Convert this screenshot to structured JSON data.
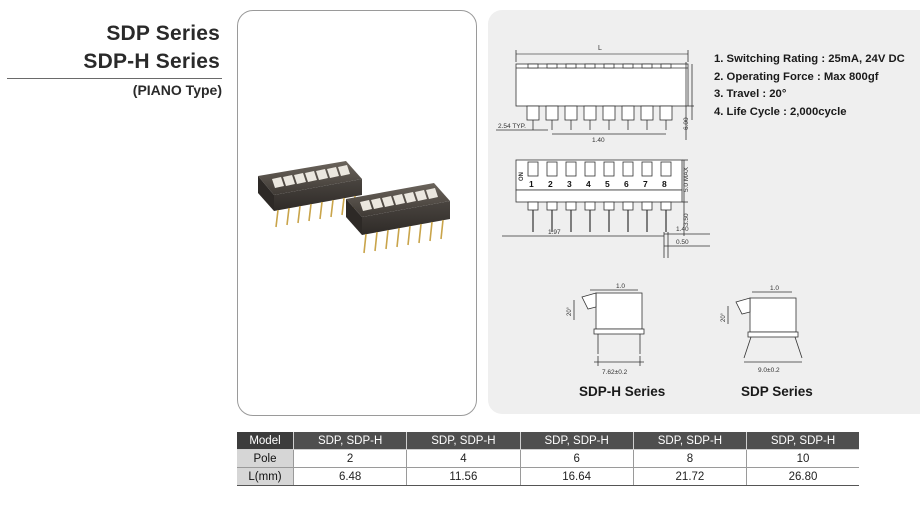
{
  "title": {
    "line1": "SDP Series",
    "line2": "SDP-H Series",
    "line3": "(PIANO Type)"
  },
  "specs": [
    "1. Switching Rating : 25mA, 24V DC",
    "2. Operating Force : Max 800gf",
    "3. Travel : 20°",
    "4. Life Cycle : 2,000cycle"
  ],
  "drawing": {
    "dim_L": "L",
    "dim_pitch": "2.54 TYP.",
    "dim_140_top": "1.40",
    "dim_600": "6.00",
    "on_label": "ON",
    "positions": [
      "1",
      "2",
      "3",
      "4",
      "5",
      "6",
      "7",
      "8"
    ],
    "dim_50max": "5.0 MAX",
    "dim_350": "3.50",
    "dim_197": "1.97",
    "dim_140_bottom": "1.40",
    "dim_050": "0.50",
    "sdph_10": "1.0",
    "sdph_angle": "20°",
    "sdph_width": "7.62±0.2",
    "sdp_10": "1.0",
    "sdp_angle": "20°",
    "sdp_width": "9.0±0.2"
  },
  "series_labels": {
    "sdph": "SDP-H Series",
    "sdp": "SDP Series"
  },
  "table": {
    "headers": [
      "Model",
      "SDP, SDP-H",
      "SDP, SDP-H",
      "SDP, SDP-H",
      "SDP, SDP-H",
      "SDP, SDP-H"
    ],
    "rows": [
      [
        "Pole",
        "2",
        "4",
        "6",
        "8",
        "10"
      ],
      [
        "L(mm)",
        "6.48",
        "11.56",
        "16.64",
        "21.72",
        "26.80"
      ]
    ]
  },
  "colors": {
    "panel_bg": "#efefef",
    "table_header": "#4f4f4f",
    "table_label": "#d6d6d6",
    "switch_body": "#4a4540",
    "actuator": "#e8e4dc",
    "pin": "#c9a44a"
  }
}
